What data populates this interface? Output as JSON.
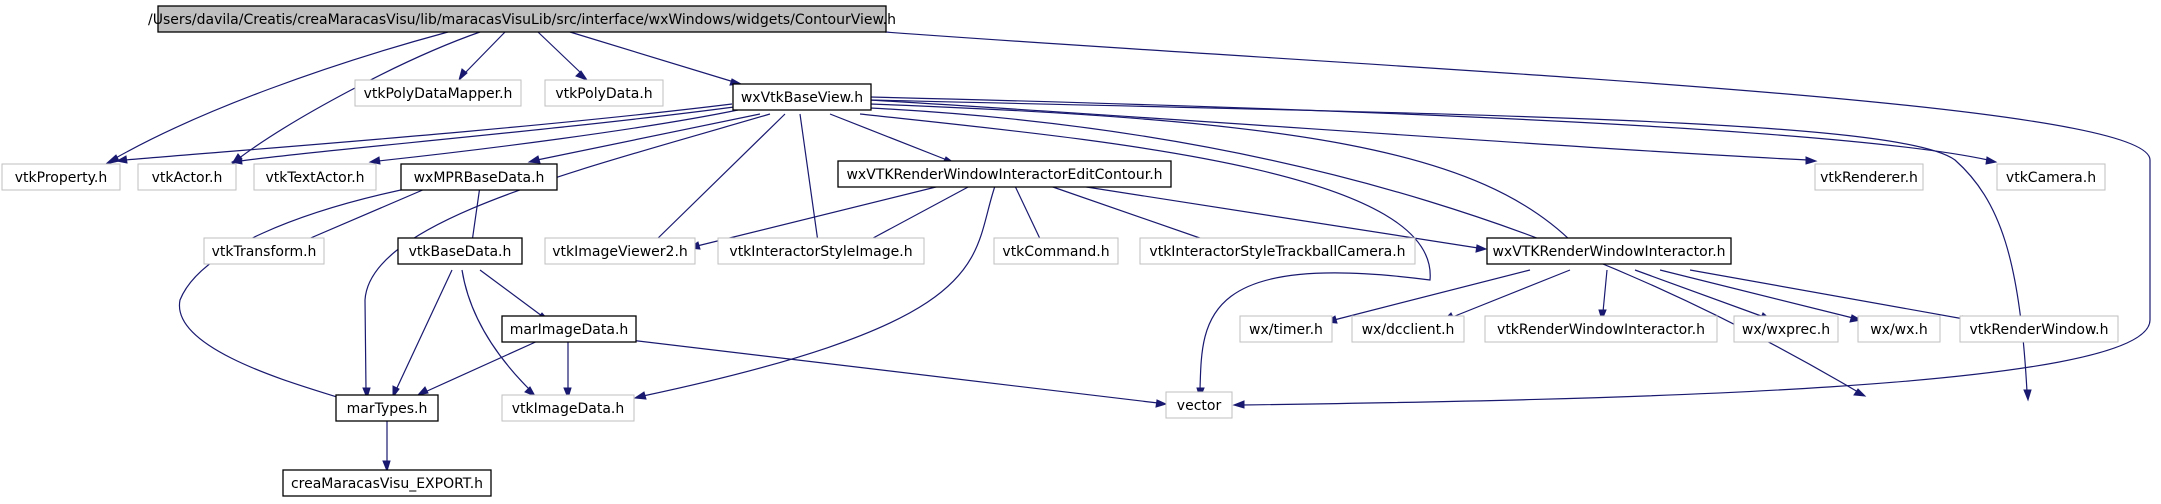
{
  "graph": {
    "colors": {
      "edge": "#191970",
      "documented_border": "#000000",
      "undocumented_border": "#bfbfbf",
      "root_fill": "#bfbfbf",
      "node_fill": "#ffffff",
      "text": "#000000"
    },
    "nodes": [
      {
        "id": "n_root",
        "label": "/Users/davila/Creatis/creaMaracasVisu/lib/maracasVisuLib/src/interface/wxWindows/widgets/ContourView.h",
        "kind": "root"
      },
      {
        "id": "n_vtkPolyDataMapper",
        "label": "vtkPolyDataMapper.h",
        "kind": "external"
      },
      {
        "id": "n_vtkPolyData",
        "label": "vtkPolyData.h",
        "kind": "external"
      },
      {
        "id": "n_wxVtkBaseView",
        "label": "wxVtkBaseView.h",
        "kind": "documented"
      },
      {
        "id": "n_vtkProperty",
        "label": "vtkProperty.h",
        "kind": "external"
      },
      {
        "id": "n_vtkActor",
        "label": "vtkActor.h",
        "kind": "external"
      },
      {
        "id": "n_vtkTextActor",
        "label": "vtkTextActor.h",
        "kind": "external"
      },
      {
        "id": "n_wxMPRBaseData",
        "label": "wxMPRBaseData.h",
        "kind": "documented"
      },
      {
        "id": "n_wxVTKRWIEditContour",
        "label": "wxVTKRenderWindowInteractorEditContour.h",
        "kind": "documented"
      },
      {
        "id": "n_vtkRenderer",
        "label": "vtkRenderer.h",
        "kind": "external"
      },
      {
        "id": "n_vtkCamera",
        "label": "vtkCamera.h",
        "kind": "external"
      },
      {
        "id": "n_vtkTransform",
        "label": "vtkTransform.h",
        "kind": "external"
      },
      {
        "id": "n_vtkBaseData",
        "label": "vtkBaseData.h",
        "kind": "documented"
      },
      {
        "id": "n_vtkImageViewer2",
        "label": "vtkImageViewer2.h",
        "kind": "external"
      },
      {
        "id": "n_vtkInteractorStyleImage",
        "label": "vtkInteractorStyleImage.h",
        "kind": "external"
      },
      {
        "id": "n_vtkCommand",
        "label": "vtkCommand.h",
        "kind": "external"
      },
      {
        "id": "n_vtkISTrackballCamera",
        "label": "vtkInteractorStyleTrackballCamera.h",
        "kind": "external"
      },
      {
        "id": "n_wxVTKRWI",
        "label": "wxVTKRenderWindowInteractor.h",
        "kind": "documented"
      },
      {
        "id": "n_marImageData",
        "label": "marImageData.h",
        "kind": "documented"
      },
      {
        "id": "n_wxTimer",
        "label": "wx/timer.h",
        "kind": "external"
      },
      {
        "id": "n_wxDcclient",
        "label": "wx/dcclient.h",
        "kind": "external"
      },
      {
        "id": "n_vtkRWI",
        "label": "vtkRenderWindowInteractor.h",
        "kind": "external"
      },
      {
        "id": "n_wxWxprec",
        "label": "wx/wxprec.h",
        "kind": "external"
      },
      {
        "id": "n_wxWx",
        "label": "wx/wx.h",
        "kind": "external"
      },
      {
        "id": "n_vtkRenderWindow",
        "label": "vtkRenderWindow.h",
        "kind": "external"
      },
      {
        "id": "n_marTypes",
        "label": "marTypes.h",
        "kind": "documented"
      },
      {
        "id": "n_vtkImageData",
        "label": "vtkImageData.h",
        "kind": "external"
      },
      {
        "id": "n_vector",
        "label": "vector",
        "kind": "external"
      },
      {
        "id": "n_export",
        "label": "creaMaracasVisu_EXPORT.h",
        "kind": "documented"
      }
    ]
  }
}
